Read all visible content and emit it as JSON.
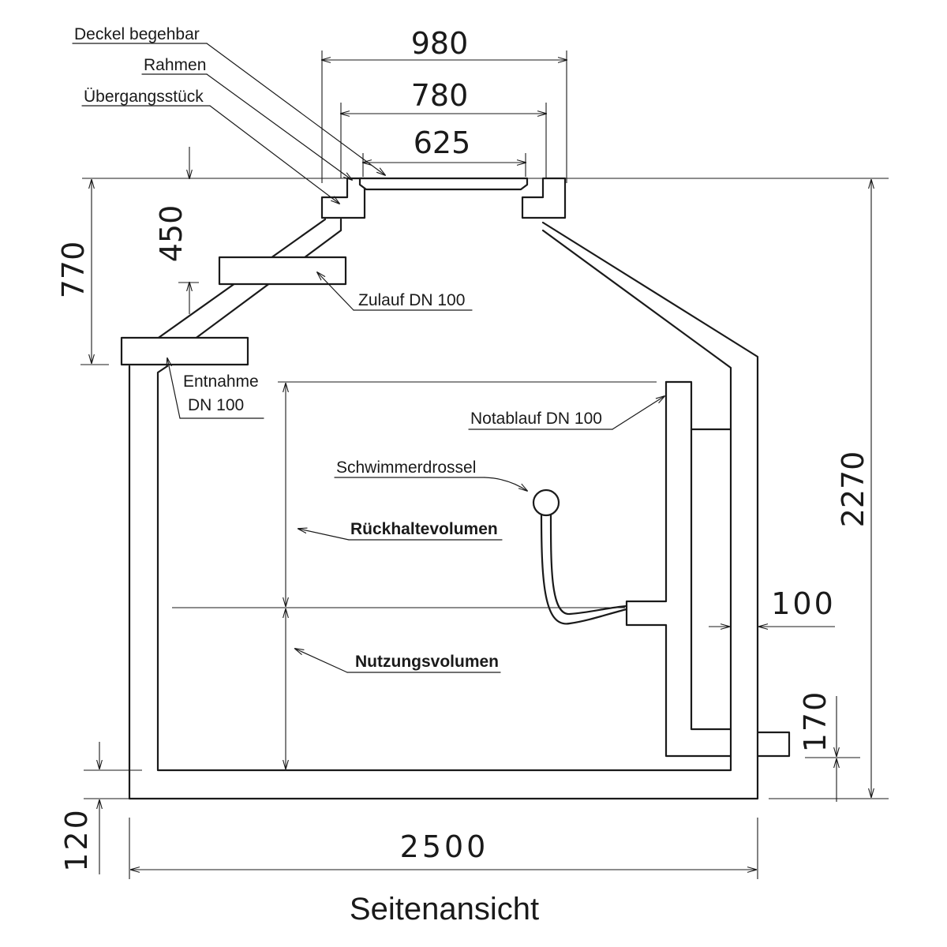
{
  "labels": {
    "deckel": "Deckel begehbar",
    "rahmen": "Rahmen",
    "uebergang": "Übergangsstück",
    "zulauf": "Zulauf DN 100",
    "entnahme_1": "Entnahme",
    "entnahme_2": "DN 100",
    "notablauf": "Notablauf DN 100",
    "schwimmer": "Schwimmerdrossel",
    "rueckhalt": "Rückhaltevolumen",
    "nutzung": "Nutzungsvolumen"
  },
  "dimensions": {
    "d980": "980",
    "d780": "780",
    "d625": "625",
    "d450": "450",
    "d770": "770",
    "d2270": "2270",
    "d100": "100",
    "d170": "170",
    "d120": "120",
    "d2500": "2500"
  },
  "title": "Seitenansicht"
}
